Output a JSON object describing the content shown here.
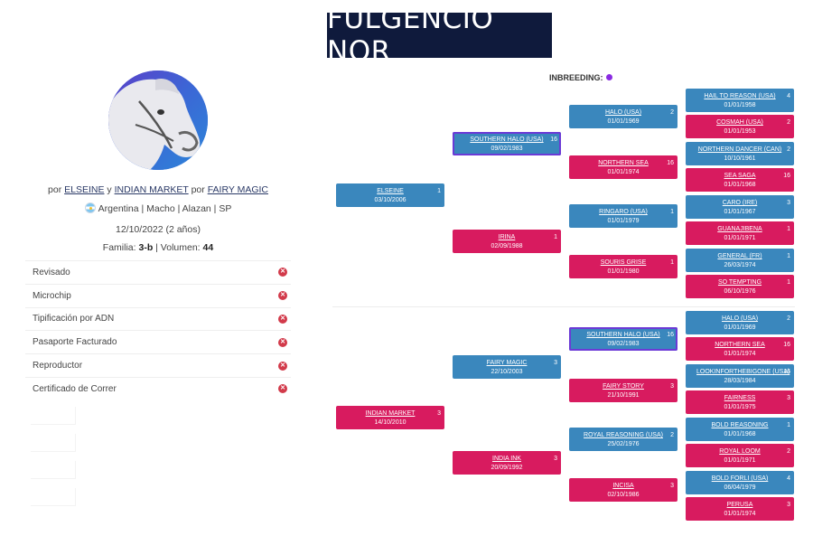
{
  "title": "FULGENCIO NOR",
  "profile": {
    "sire_prefix": "por",
    "sire": "ELSEINE",
    "connector": "y",
    "dam": "INDIAN MARKET",
    "dam_prefix": "por",
    "dam_sire": "FAIRY MAGIC",
    "details": "Argentina | Macho | Alazan | SP",
    "birth": "12/10/2022 (2 años)",
    "family_label": "Familia:",
    "family_value": "3-b",
    "volume_label": "| Volumen:",
    "volume_value": "44"
  },
  "checklist": [
    {
      "label": "Revisado"
    },
    {
      "label": "Microchip"
    },
    {
      "label": "Tipificación por ADN"
    },
    {
      "label": "Pasaporte Facturado"
    },
    {
      "label": "Reproductor"
    },
    {
      "label": "Certificado de Correr"
    }
  ],
  "inbreeding_label": "INBREEDING:",
  "colors": {
    "male": "#3a87bd",
    "female": "#d81b5f",
    "highlight": "#6b3ad6",
    "title_bg": "#0f1a3c"
  },
  "pedigree": {
    "g1": [
      {
        "name": "ELSEINE",
        "date": "03/10/2006",
        "count": "1",
        "sex": "m"
      },
      {
        "name": "INDIAN MARKET",
        "date": "14/10/2010",
        "count": "3",
        "sex": "f"
      }
    ],
    "g2": [
      {
        "name": "SOUTHERN HALO (USA)",
        "date": "09/02/1983",
        "count": "16",
        "sex": "m",
        "hl": true
      },
      {
        "name": "IRINA",
        "date": "02/09/1988",
        "count": "1",
        "sex": "f"
      },
      {
        "name": "FAIRY MAGIC",
        "date": "22/10/2003",
        "count": "3",
        "sex": "m"
      },
      {
        "name": "INDIA INK",
        "date": "20/09/1992",
        "count": "3",
        "sex": "f"
      }
    ],
    "g3": [
      {
        "name": "HALO (USA)",
        "date": "01/01/1969",
        "count": "2",
        "sex": "m"
      },
      {
        "name": "NORTHERN SEA",
        "date": "01/01/1974",
        "count": "16",
        "sex": "f"
      },
      {
        "name": "RINGARO (USA)",
        "date": "01/01/1979",
        "count": "1",
        "sex": "m"
      },
      {
        "name": "SOURIS GRISE",
        "date": "01/01/1980",
        "count": "1",
        "sex": "f"
      },
      {
        "name": "SOUTHERN HALO (USA)",
        "date": "09/02/1983",
        "count": "16",
        "sex": "m",
        "hl": true
      },
      {
        "name": "FAIRY STORY",
        "date": "21/10/1991",
        "count": "3",
        "sex": "f"
      },
      {
        "name": "ROYAL REASONING (USA)",
        "date": "25/02/1976",
        "count": "2",
        "sex": "m"
      },
      {
        "name": "INCISA",
        "date": "02/10/1986",
        "count": "3",
        "sex": "f"
      }
    ],
    "g4": [
      {
        "name": "HAIL TO REASON (USA)",
        "date": "01/01/1958",
        "count": "4",
        "sex": "m"
      },
      {
        "name": "COSMAH (USA)",
        "date": "01/01/1953",
        "count": "2",
        "sex": "f"
      },
      {
        "name": "NORTHERN DANCER (CAN)",
        "date": "10/10/1961",
        "count": "2",
        "sex": "m"
      },
      {
        "name": "SEA SAGA",
        "date": "01/01/1968",
        "count": "16",
        "sex": "f"
      },
      {
        "name": "CARO (IRE)",
        "date": "01/01/1967",
        "count": "3",
        "sex": "m"
      },
      {
        "name": "GUANAJIBENA",
        "date": "01/01/1971",
        "count": "1",
        "sex": "f"
      },
      {
        "name": "GENERAL (FR)",
        "date": "26/03/1974",
        "count": "1",
        "sex": "m"
      },
      {
        "name": "SO TEMPTING",
        "date": "06/10/1976",
        "count": "1",
        "sex": "f"
      },
      {
        "name": "HALO (USA)",
        "date": "01/01/1969",
        "count": "2",
        "sex": "m"
      },
      {
        "name": "NORTHERN SEA",
        "date": "01/01/1974",
        "count": "16",
        "sex": "f"
      },
      {
        "name": "LOOKINFORTHEBIGONE (USA)",
        "date": "28/03/1984",
        "count": "16",
        "sex": "m"
      },
      {
        "name": "FAIRNESS",
        "date": "01/01/1975",
        "count": "3",
        "sex": "f"
      },
      {
        "name": "BOLD REASONING",
        "date": "01/01/1968",
        "count": "1",
        "sex": "m"
      },
      {
        "name": "ROYAL LOOM",
        "date": "01/01/1971",
        "count": "2",
        "sex": "f"
      },
      {
        "name": "BOLD FORLI (USA)",
        "date": "06/04/1979",
        "count": "4",
        "sex": "m"
      },
      {
        "name": "PERUSA",
        "date": "01/01/1974",
        "count": "3",
        "sex": "f"
      }
    ]
  }
}
